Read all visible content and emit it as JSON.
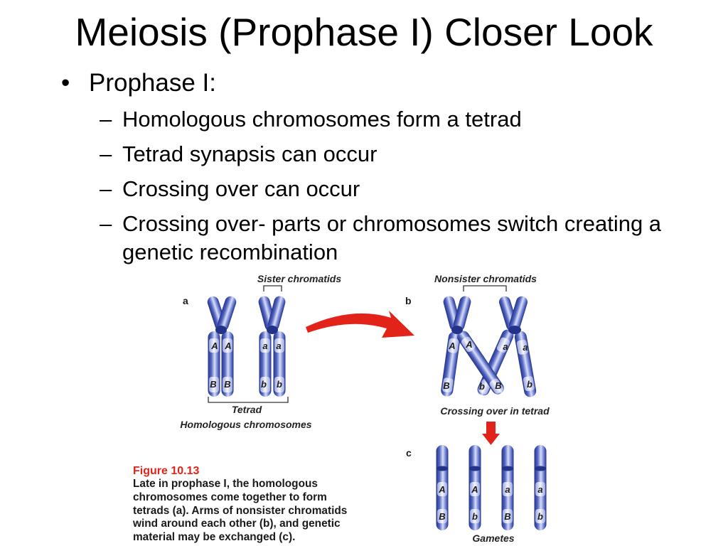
{
  "title": "Meiosis (Prophase I) Closer Look",
  "bullet": {
    "marker": "•",
    "text": "Prophase I:",
    "sub_marker": "–",
    "items": [
      "Homologous chromosomes form a tetrad",
      "Tetrad synapsis can occur",
      "Crossing over can occur",
      "Crossing over- parts or chromosomes switch creating a genetic recombination"
    ]
  },
  "figure": {
    "panel_a": {
      "letter": "a",
      "top_label": "Sister chromatids",
      "bracket_label": "Tetrad",
      "bottom_label": "Homologous chromosomes",
      "chromosomes": [
        {
          "upper": [
            "A",
            "A"
          ],
          "lower": [
            "B",
            "B"
          ]
        },
        {
          "upper": [
            "a",
            "a"
          ],
          "lower": [
            "b",
            "b"
          ]
        }
      ]
    },
    "panel_b": {
      "letter": "b",
      "top_label": "Nonsister chromatids",
      "bottom_label": "Crossing over in tetrad",
      "chromatids": [
        {
          "upper": "A",
          "lower": "B"
        },
        {
          "upper": "A",
          "lower": "B"
        },
        {
          "upper": "a",
          "lower": "b"
        },
        {
          "upper": "a",
          "lower": "b"
        }
      ]
    },
    "panel_c": {
      "letter": "c",
      "bottom_label": "Gametes",
      "gametes": [
        {
          "upper": "A",
          "lower": "B"
        },
        {
          "upper": "A",
          "lower": "b"
        },
        {
          "upper": "a",
          "lower": "B"
        },
        {
          "upper": "a",
          "lower": "b"
        }
      ]
    },
    "caption": {
      "number": "Figure 10.13",
      "lines": [
        "Late in prophase I, the homologous",
        "chromosomes come together to form",
        "tetrads (a). Arms of nonsister chromatids",
        "wind around each other (b), and genetic",
        "material may be exchanged (c)."
      ]
    }
  },
  "colors": {
    "accent_red": "#e2231a",
    "chromosome_blue": "#24338a",
    "chromosome_light": "#d7def6",
    "text": "#000000"
  }
}
